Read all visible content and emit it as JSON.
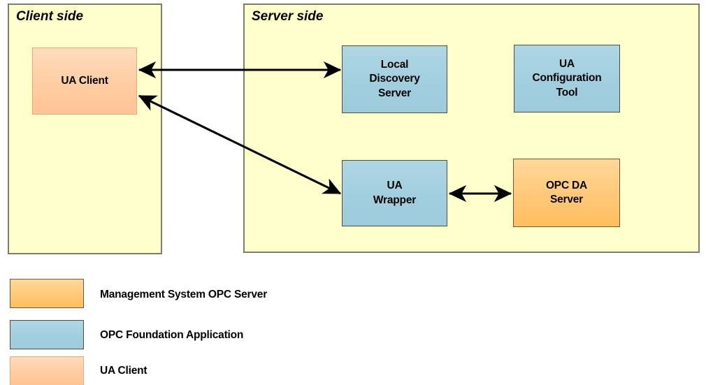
{
  "diagram": {
    "regions": [
      {
        "id": "client",
        "title": "Client side"
      },
      {
        "id": "server",
        "title": "Server side"
      }
    ],
    "nodes": [
      {
        "id": "ua-client",
        "label": "UA Client",
        "category": "ua-client",
        "fill": "#ffcda3"
      },
      {
        "id": "lds",
        "label": "Local\nDiscovery\nServer",
        "category": "opc-foundation",
        "fill": "#a2cfdf"
      },
      {
        "id": "ua-config-tool",
        "label": "UA\nConfiguration\nTool",
        "category": "opc-foundation",
        "fill": "#a2cfdf"
      },
      {
        "id": "ua-wrapper",
        "label": "UA\nWrapper",
        "category": "opc-foundation",
        "fill": "#a2cfdf"
      },
      {
        "id": "opc-da-server",
        "label": "OPC DA\nServer",
        "category": "management-system",
        "fill": "#ffc878"
      }
    ],
    "connections": [
      {
        "id": "ua-client-to-lds",
        "from": "ua-client",
        "to": "lds",
        "style": "bidirectional"
      },
      {
        "id": "ua-client-to-ua-wrapper",
        "from": "ua-client",
        "to": "ua-wrapper",
        "style": "bidirectional"
      },
      {
        "id": "ua-wrapper-to-opc-da",
        "from": "ua-wrapper",
        "to": "opc-da-server",
        "style": "bidirectional"
      }
    ],
    "region_fill": "#ffffcc",
    "region_border": "#7d7d6e",
    "arrow_color": "#000000"
  },
  "legend": {
    "items": [
      {
        "label": "Management System OPC Server",
        "color": "#ffc878"
      },
      {
        "label": "OPC Foundation Application",
        "color": "#a2cfdf"
      },
      {
        "label": "UA Client",
        "color": "#ffcda3"
      }
    ]
  }
}
